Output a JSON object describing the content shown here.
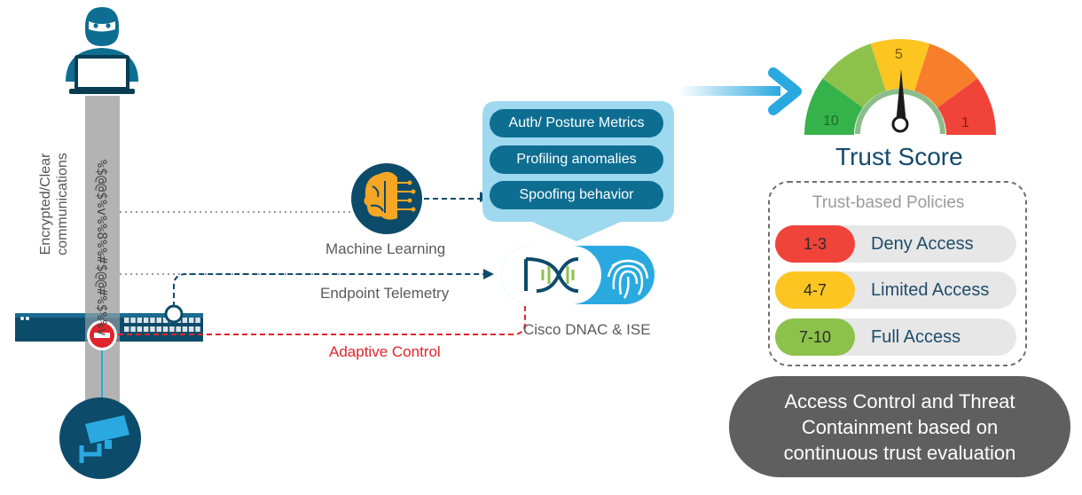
{
  "left": {
    "comm_label": "Encrypted/Clear communications",
    "data_stream": "%$@@$%v%%8%%#$@@#%$%%v"
  },
  "center": {
    "ml_label": "Machine Learning",
    "telemetry_label": "Endpoint Telemetry",
    "adaptive_label": "Adaptive Control",
    "platform_label": "Cisco DNAC & ISE",
    "metrics": [
      "Auth/ Posture Metrics",
      "Profiling anomalies",
      "Spoofing behavior"
    ]
  },
  "gauge": {
    "title": "Trust Score",
    "labels": {
      "low": "1",
      "mid": "5",
      "high": "10"
    },
    "needle_value": 5,
    "colors": {
      "red": "#f0433a",
      "orange": "#f77f2b",
      "yellow": "#fcc521",
      "lightgreen": "#8cc24b",
      "green": "#36b24a"
    }
  },
  "policies": {
    "title": "Trust-based Policies",
    "rows": [
      {
        "range": "1-3",
        "label": "Deny Access",
        "color": "#f0433a"
      },
      {
        "range": "4-7",
        "label": "Limited Access",
        "color": "#fcc521"
      },
      {
        "range": "7-10",
        "label": "Full Access",
        "color": "#8cc24b"
      }
    ]
  },
  "summary": "Access Control and Threat Containment based on continuous trust evaluation"
}
